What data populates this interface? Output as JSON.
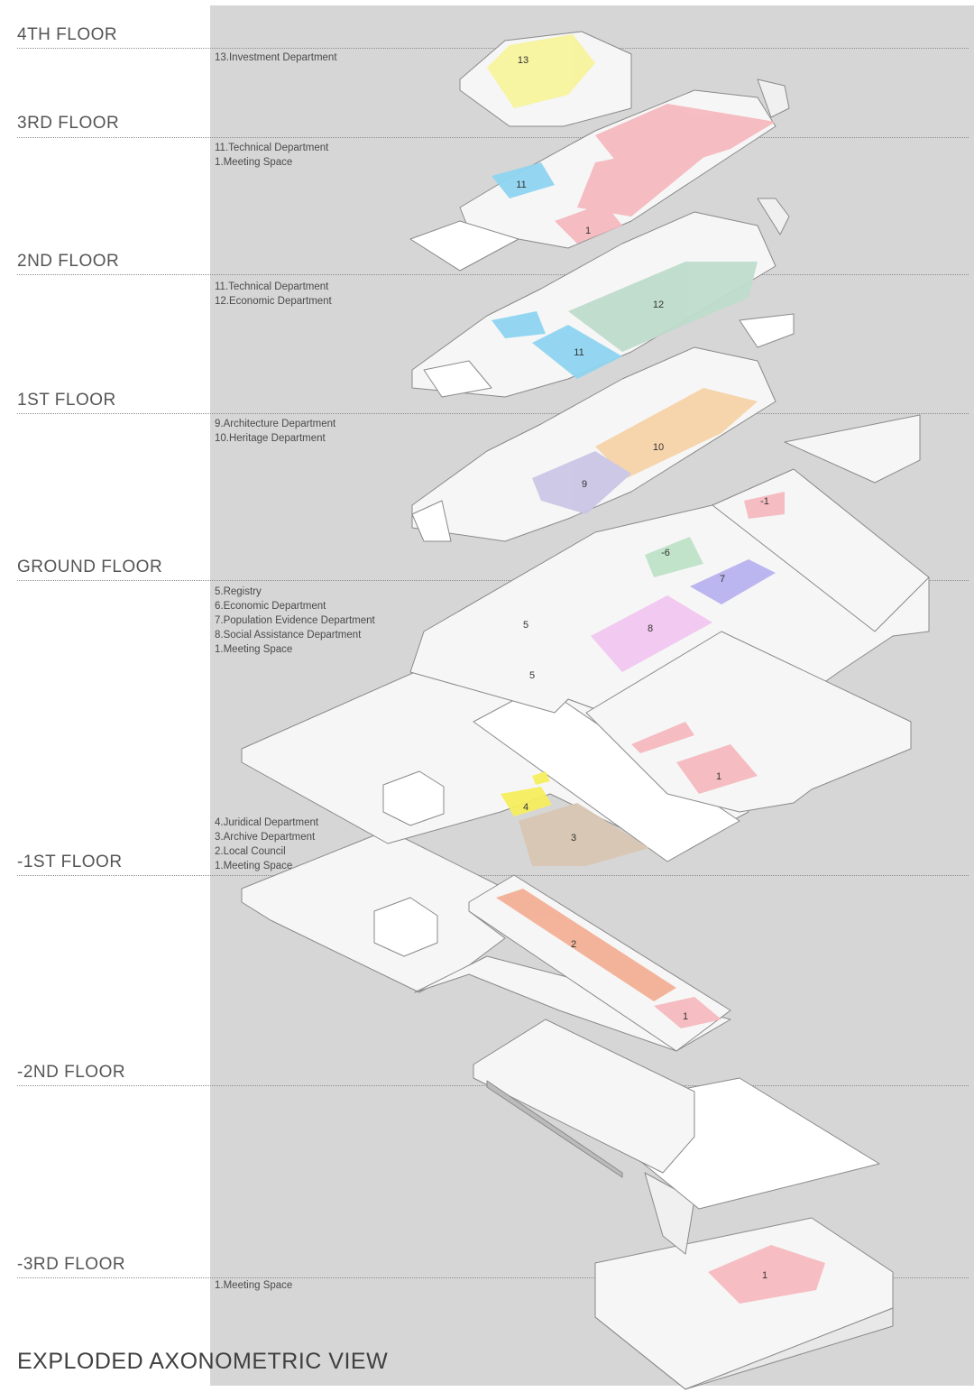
{
  "title": "EXPLODED AXONOMETRIC VIEW",
  "floors": [
    {
      "id": "4th",
      "name": "4TH FLOOR",
      "legend": [
        "13.Investment Department"
      ]
    },
    {
      "id": "3rd",
      "name": "3RD FLOOR",
      "legend": [
        "11.Technical Department",
        "1.Meeting Space"
      ]
    },
    {
      "id": "2nd",
      "name": "2ND FLOOR",
      "legend": [
        "11.Technical Department",
        "12.Economic Department"
      ]
    },
    {
      "id": "1st",
      "name": "1ST FLOOR",
      "legend": [
        "9.Architecture Department",
        "10.Heritage Department"
      ]
    },
    {
      "id": "ground",
      "name": "GROUND FLOOR",
      "legend": [
        "5.Registry",
        "6.Economic Department",
        "7.Population Evidence Department",
        "8.Social Assistance Department",
        "1.Meeting Space"
      ]
    },
    {
      "id": "m1",
      "name": "-1ST FLOOR",
      "legend": [
        "4.Juridical Department",
        "3.Archive Department",
        "2.Local Council",
        "1.Meeting Space"
      ]
    },
    {
      "id": "m2",
      "name": "-2ND FLOOR",
      "legend": []
    },
    {
      "id": "m3",
      "name": "-3RD FLOOR",
      "legend": [
        "1.Meeting Space"
      ]
    }
  ],
  "zone_colors": {
    "meeting_space": "#f5b9bf",
    "local_council": "#f3b096",
    "archive": "#d9c7b4",
    "juridical": "#f6ef5e",
    "registry": "#ececec",
    "economic_ground": "#bfe3c8",
    "population_evidence": "#b8b3ef",
    "social_assistance": "#f2c7f0",
    "architecture": "#cbc6e6",
    "heritage": "#f7d3a9",
    "technical": "#8fd5f1",
    "economic_2nd": "#bfdccc",
    "investment": "#f7f39d"
  },
  "room_labels": [
    {
      "text": "13",
      "floor": "4th"
    },
    {
      "text": "11",
      "floor": "3rd"
    },
    {
      "text": "1",
      "floor": "3rd"
    },
    {
      "text": "12",
      "floor": "2nd"
    },
    {
      "text": "11",
      "floor": "2nd"
    },
    {
      "text": "10",
      "floor": "1st"
    },
    {
      "text": "9",
      "floor": "1st"
    },
    {
      "text": "-1",
      "floor": "ground"
    },
    {
      "text": "-6",
      "floor": "ground"
    },
    {
      "text": "7",
      "floor": "ground"
    },
    {
      "text": "8",
      "floor": "ground"
    },
    {
      "text": "5",
      "floor": "ground"
    },
    {
      "text": "5",
      "floor": "ground"
    },
    {
      "text": "1",
      "floor": "ground"
    },
    {
      "text": "4",
      "floor": "m1"
    },
    {
      "text": "3",
      "floor": "m1"
    },
    {
      "text": "2",
      "floor": "m1"
    },
    {
      "text": "1",
      "floor": "m1"
    },
    {
      "text": "1",
      "floor": "m3"
    }
  ]
}
